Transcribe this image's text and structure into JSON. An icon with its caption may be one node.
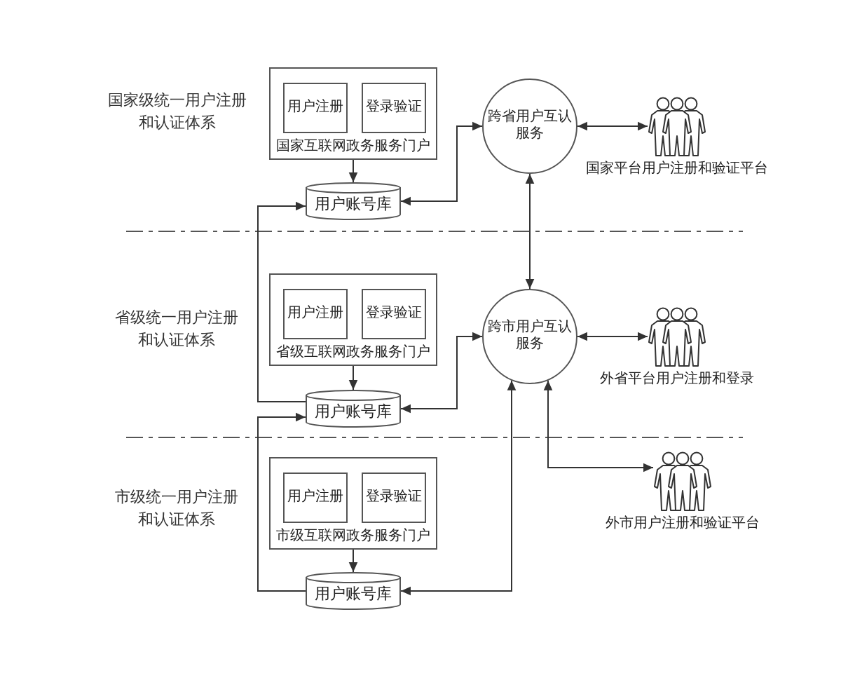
{
  "diagram": {
    "nodes": [
      {
        "text": [
          "国家互联网政务服务门户"
        ]
      },
      {
        "text": [
          "用户注册"
        ],
        "in": 0
      },
      {
        "text": [
          "登录验证"
        ],
        "in": 0
      },
      {
        "text": [
          "用户账号库"
        ]
      },
      {
        "text": [
          "跨省用户互认服务"
        ]
      },
      {
        "text": [],
        "shape": "person",
        "beside": [
          "国家平台用户注册和验证平台"
        ]
      },
      {
        "text": [
          "省级互联网政务服务门户"
        ]
      },
      {
        "text": [
          "用户注册"
        ],
        "in": 6
      },
      {
        "text": [
          "登录验证"
        ],
        "in": 6
      },
      {
        "text": [
          "用户账号库"
        ]
      },
      {
        "text": [
          "跨市用户互认服务"
        ]
      },
      {
        "text": [],
        "shape": "person",
        "beside": [
          "外省平台用户注册和登录"
        ]
      },
      {
        "text": [
          "市级互联网政务服务门户"
        ]
      },
      {
        "text": [
          "用户注册"
        ],
        "in": 12
      },
      {
        "text": [
          "登录验证"
        ],
        "in": 12
      },
      {
        "text": [
          "用户账号库"
        ]
      },
      {
        "text": [],
        "shape": "person",
        "beside": [
          "外市用户注册和验证平台"
        ]
      }
    ],
    "edges": [
      {
        "from": 0,
        "to": 3,
        "arrow": "to"
      },
      {
        "from": 3,
        "to": 4,
        "arrow": "both"
      },
      {
        "from": 4,
        "to": 5,
        "arrow": "both"
      },
      {
        "from": 4,
        "to": 10,
        "arrow": "both"
      },
      {
        "from": 9,
        "to": 3,
        "arrow": "to"
      },
      {
        "from": 6,
        "to": 9,
        "arrow": "to"
      },
      {
        "from": 9,
        "to": 10,
        "arrow": "both"
      },
      {
        "from": 10,
        "to": 11,
        "arrow": "both"
      },
      {
        "from": 15,
        "to": 9,
        "arrow": "to"
      },
      {
        "from": 12,
        "to": 15,
        "arrow": "to"
      },
      {
        "from": 15,
        "to": 10,
        "arrow": "both"
      },
      {
        "from": 10,
        "to": 16,
        "arrow": "both"
      }
    ],
    "labels": [
      "国家级统一用户注册和认证体系",
      "省级统一用户注册和认证体系",
      "市级统一用户注册和认证体系"
    ]
  }
}
